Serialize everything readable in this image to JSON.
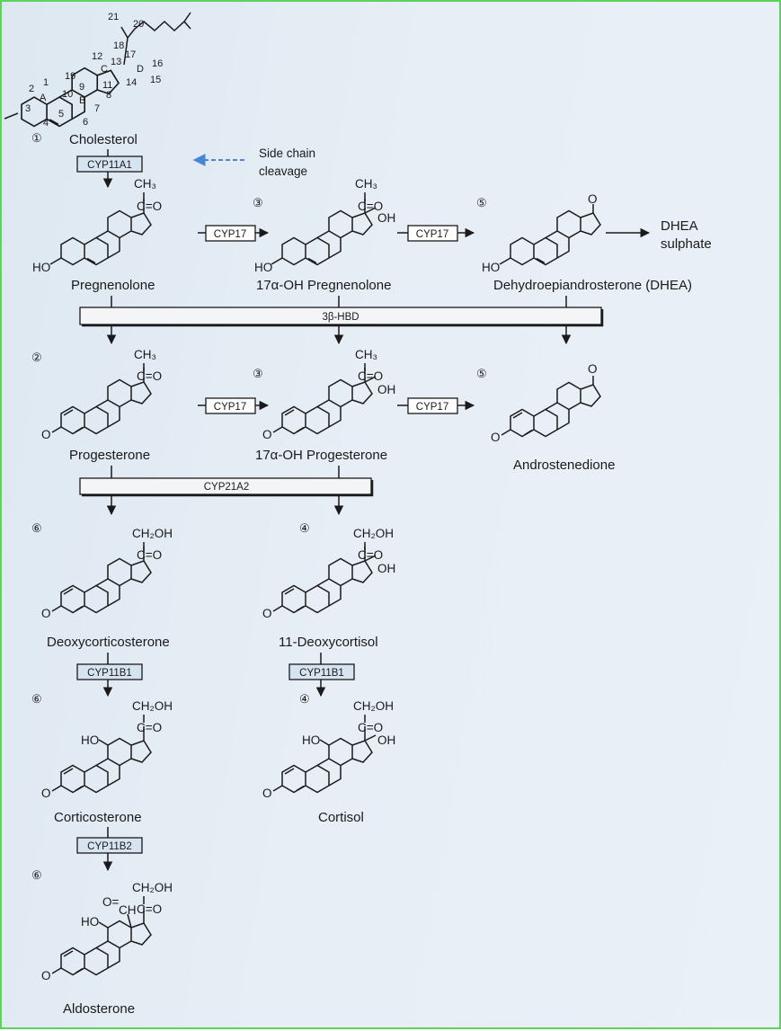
{
  "steroid_labels": {
    "rings": [
      "A",
      "B",
      "C",
      "D"
    ],
    "carbons": [
      "21",
      "20",
      "18",
      "19",
      "12",
      "13",
      "17",
      "16",
      "15",
      "14",
      "1",
      "2",
      "3",
      "4",
      "5",
      "6",
      "7",
      "8",
      "9",
      "10",
      "11"
    ]
  },
  "side_chain_note": {
    "line1": "Side chain",
    "line2": "cleavage"
  },
  "enzymes": {
    "cyp11a1": "CYP11A1",
    "cyp17": "CYP17",
    "hsd3b": "3β-HBD",
    "cyp21a2": "CYP21A2",
    "cyp11b1": "CYP11B1",
    "cyp11b2": "CYP11B2"
  },
  "compounds": {
    "cholesterol": "Cholesterol",
    "pregnenolone": "Pregnenolone",
    "oh17_pregnenolone": "17α-OH Pregnenolone",
    "dhea": "Dehydroepiandrosterone (DHEA)",
    "dhea_sulphate_1": "DHEA",
    "dhea_sulphate_2": "sulphate",
    "progesterone": "Progesterone",
    "oh17_progesterone": "17α-OH Progesterone",
    "androstenedione": "Androstenedione",
    "deoxycorticosterone": "Deoxycorticosterone",
    "deoxycortisol": "11-Deoxycortisol",
    "corticosterone": "Corticosterone",
    "cortisol": "Cortisol",
    "aldosterone": "Aldosterone"
  },
  "step_numbers": {
    "cholesterol": "①",
    "progesterone": "②",
    "oh17_pregnenolone": "③",
    "oh17_progesterone": "③",
    "deoxycortisol": "④",
    "cortisol": "④",
    "dhea": "⑤",
    "androstenedione": "⑤",
    "deoxycorticosterone": "⑥",
    "corticosterone": "⑥",
    "aldosterone": "⑥"
  },
  "groups": {
    "ch3": "CH₃",
    "co": "C=O",
    "oh": "OH",
    "ho": "HO",
    "o": "O",
    "ch2oh": "CH₂OH",
    "cho_o": "O=",
    "cho_ch": "CH"
  },
  "colors": {
    "frame": "#5fd15f",
    "enzyme_box": "#d6e4f2",
    "dashed_arrow": "#4a86d8",
    "ink": "#1a1a1a"
  }
}
